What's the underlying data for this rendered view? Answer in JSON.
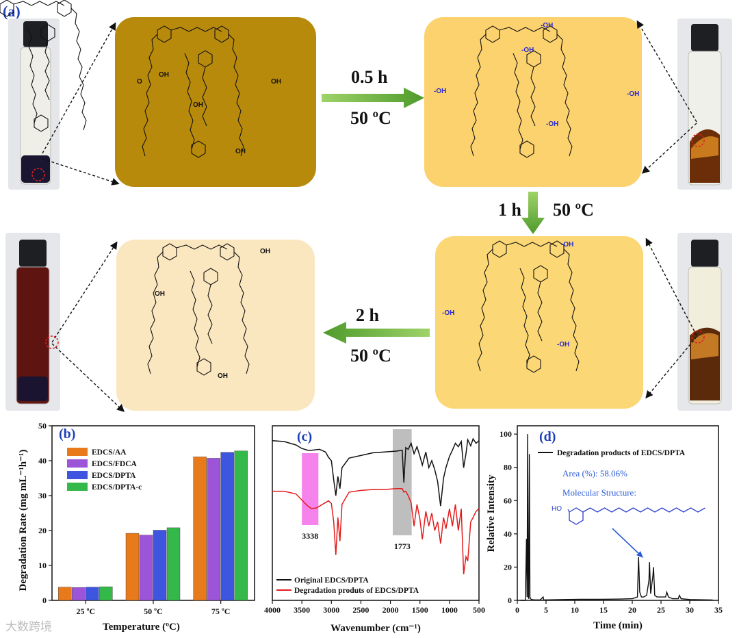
{
  "panel_a": {
    "letter": "(a)",
    "steps": [
      {
        "time": "0.5 h",
        "temp": "50 ºC"
      },
      {
        "time": "1 h",
        "temp": "50 ºC"
      },
      {
        "time": "2 h",
        "temp": "50 ºC"
      }
    ],
    "labels": {
      "oh": "-OH",
      "oh2": "OH",
      "o": "O"
    },
    "colors": {
      "stage1": "#b8860b",
      "stage2": "#fcd26e",
      "stage3": "#fbd775",
      "stage4": "#fbe7bf",
      "arrow": "#6fb43a"
    }
  },
  "chart_data": [
    {
      "panel": "(b)",
      "type": "bar",
      "categories": [
        "25 ºC",
        "50 ºC",
        "75 ºC"
      ],
      "series": [
        {
          "name": "EDCS/AA",
          "color": "#e87a1c",
          "values": [
            3.8,
            19.2,
            41.1
          ]
        },
        {
          "name": "EDCS/FDCA",
          "color": "#9c55d8",
          "values": [
            3.7,
            18.7,
            40.7
          ]
        },
        {
          "name": "EDCS/DPTA",
          "color": "#3e55e0",
          "values": [
            3.8,
            20.1,
            42.4
          ]
        },
        {
          "name": "EDCS/DPTA-c",
          "color": "#35b84a",
          "values": [
            3.9,
            20.8,
            42.8
          ]
        }
      ],
      "xlabel": "Temperature (ºC)",
      "ylabel": "Degradation Rate (mg mL⁻¹h⁻¹)",
      "ylim": [
        0,
        50
      ],
      "yticks": [
        "0",
        "10",
        "20",
        "30",
        "40",
        "50"
      ],
      "legend": "top-left"
    },
    {
      "panel": "(c)",
      "type": "line",
      "xlabel": "Wavenumber (cm⁻¹)",
      "xlim": [
        4000,
        500
      ],
      "xticks": [
        "4000",
        "3500",
        "3000",
        "2500",
        "2000",
        "1500",
        "1000",
        "500"
      ],
      "series": [
        {
          "name": "Original EDCS/DPTA",
          "color": "#111111",
          "x": [
            4000,
            3800,
            3600,
            3500,
            3400,
            3338,
            3200,
            3100,
            3050,
            3000,
            2960,
            2925,
            2890,
            2855,
            2820,
            2700,
            2500,
            2300,
            2100,
            1900,
            1800,
            1773,
            1740,
            1700,
            1650,
            1600,
            1550,
            1500,
            1460,
            1400,
            1350,
            1300,
            1250,
            1200,
            1150,
            1100,
            1060,
            1000,
            950,
            900,
            850,
            800,
            760,
            720,
            690,
            640,
            600,
            550,
            500
          ],
          "y": [
            0.93,
            0.92,
            0.88,
            0.84,
            0.82,
            0.82,
            0.83,
            0.8,
            0.74,
            0.7,
            0.48,
            0.3,
            0.52,
            0.38,
            0.62,
            0.73,
            0.76,
            0.79,
            0.8,
            0.81,
            0.82,
            0.45,
            0.85,
            0.83,
            0.9,
            0.78,
            0.86,
            0.75,
            0.65,
            0.8,
            0.62,
            0.7,
            0.6,
            0.46,
            0.18,
            0.5,
            0.62,
            0.75,
            0.82,
            0.9,
            0.86,
            0.92,
            0.62,
            0.78,
            0.94,
            0.87,
            0.95,
            0.9,
            0.93
          ]
        },
        {
          "name": "Degradation produts of EDCS/DPTA",
          "color": "#e21c1c",
          "x": [
            4000,
            3800,
            3600,
            3500,
            3400,
            3338,
            3250,
            3150,
            3050,
            3000,
            2960,
            2925,
            2890,
            2855,
            2820,
            2700,
            2500,
            2300,
            2100,
            1900,
            1800,
            1773,
            1740,
            1700,
            1650,
            1600,
            1550,
            1500,
            1460,
            1400,
            1350,
            1300,
            1250,
            1200,
            1150,
            1100,
            1060,
            1000,
            950,
            900,
            850,
            800,
            760,
            720,
            690,
            640,
            600,
            550,
            500
          ],
          "y": [
            0.35,
            0.35,
            0.32,
            0.25,
            0.18,
            0.15,
            0.16,
            0.2,
            0.24,
            0.21,
            0.0,
            -0.38,
            0.05,
            -0.22,
            0.2,
            0.34,
            0.36,
            0.37,
            0.37,
            0.38,
            0.38,
            0.34,
            0.35,
            0.3,
            0.22,
            -0.05,
            0.2,
            0.03,
            -0.2,
            0.12,
            -0.05,
            0.1,
            -0.1,
            0.0,
            -0.25,
            0.05,
            -0.08,
            0.15,
            -0.05,
            0.2,
            -0.1,
            0.15,
            -0.6,
            -0.4,
            -0.45,
            0.0,
            0.05,
            0.12,
            0.15
          ]
        }
      ],
      "highlights": [
        {
          "label": "3338",
          "from": 3500,
          "to": 3220,
          "color": "#f56de8"
        },
        {
          "label": "1773",
          "from": 1960,
          "to": 1640,
          "color": "#b3b3b3"
        }
      ],
      "legend": "bottom-left"
    },
    {
      "panel": "(d)",
      "type": "line",
      "xlabel": "Time (min)",
      "ylabel": "Relative Intensity",
      "xlim": [
        0,
        35
      ],
      "ylim": [
        0,
        105
      ],
      "xticks": [
        "0",
        "5",
        "10",
        "15",
        "20",
        "25",
        "30",
        "35"
      ],
      "yticks": [
        "0",
        "20",
        "40",
        "60",
        "80",
        "100"
      ],
      "series": [
        {
          "name": "Degradation products of EDCS/DPTA",
          "color": "#111111",
          "x": [
            0.5,
            1.4,
            1.6,
            1.7,
            1.8,
            1.9,
            2.0,
            2.1,
            2.2,
            2.3,
            2.5,
            3,
            4,
            4.5,
            4.6,
            5,
            8,
            11,
            14,
            18,
            20,
            20.9,
            21.0,
            21.1,
            21.3,
            21.6,
            22,
            22.5,
            22.9,
            23.0,
            23.2,
            23.6,
            23.7,
            23.9,
            24.3,
            25,
            25.8,
            26.0,
            26.3,
            27,
            28,
            28.2,
            28.5,
            30,
            34
          ],
          "y": [
            0,
            0,
            37,
            2,
            100,
            2,
            1,
            88,
            2,
            1,
            0.5,
            0.3,
            0.3,
            2,
            0.3,
            0.3,
            0.5,
            0.6,
            0.6,
            0.8,
            1,
            2,
            14,
            26,
            5,
            2,
            2,
            3,
            12,
            23,
            4,
            15,
            20,
            3,
            2,
            2,
            2,
            5,
            2,
            1,
            1,
            3,
            1,
            0.5,
            0.2
          ]
        }
      ],
      "annotations": {
        "area": "Area (%): 58.06%",
        "structure_label": "Molecular Structure:",
        "ho": "HO"
      },
      "legend": "top-right"
    }
  ],
  "watermark": "大数跨境"
}
